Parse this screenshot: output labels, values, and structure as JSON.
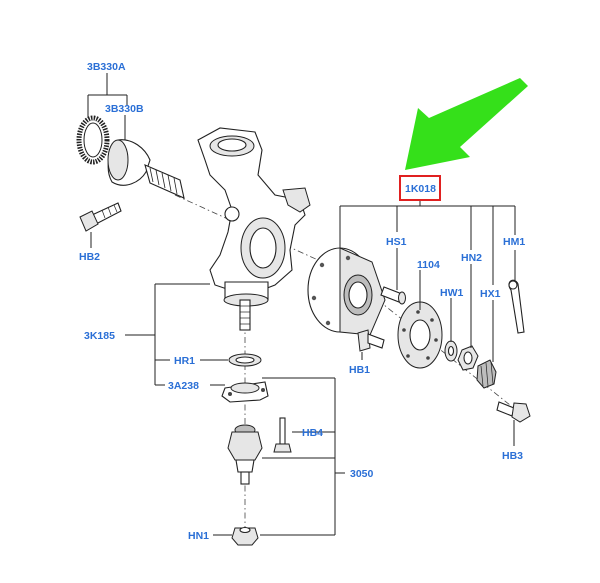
{
  "labels": {
    "p3B330A": "3B330A",
    "p3B330B": "3B330B",
    "pHB2": "HB2",
    "p1K018": "1K018",
    "pHS1": "HS1",
    "p1104": "1104",
    "pHN2": "HN2",
    "pHM1": "HM1",
    "pHW1": "HW1",
    "pHX1": "HX1",
    "p3K185": "3K185",
    "pHR1": "HR1",
    "pHB1": "HB1",
    "p3A238": "3A238",
    "pHB4": "HB4",
    "pHB3": "HB3",
    "p3050": "3050",
    "pHN1": "HN1"
  },
  "colors": {
    "label": "#2a6fd6",
    "highlight_box": "#e02020",
    "arrow": "#35e01a",
    "line": "#222222"
  }
}
